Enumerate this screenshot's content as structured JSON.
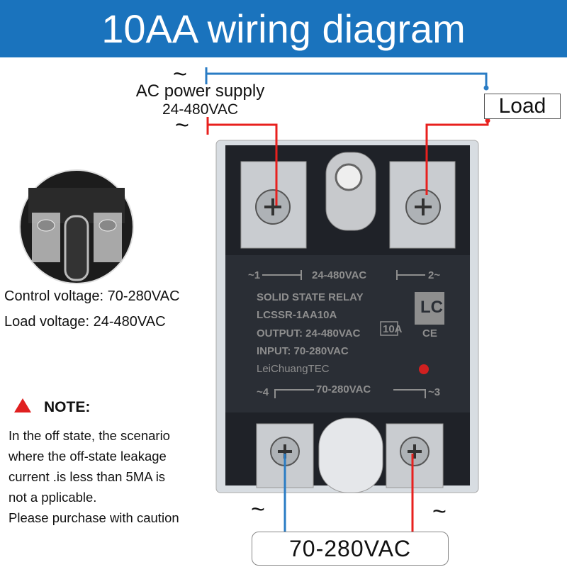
{
  "header": {
    "title": "10AA wiring diagram"
  },
  "power_supply": {
    "tilde_top": "~",
    "tilde_bottom": "~",
    "label": "AC power supply",
    "voltage": "24-480VAC"
  },
  "load": {
    "label": "Load"
  },
  "specs": {
    "control_voltage": "Control voltage: 70-280VAC",
    "load_voltage": "Load voltage: 24-480VAC"
  },
  "note": {
    "title": "NOTE:",
    "lines": [
      "In the off state, the scenario",
      "where the off-state leakage",
      "current .is less than 5MA is",
      "not a pplicable.",
      "Please purchase with caution"
    ]
  },
  "relay": {
    "top_line_left": "~1",
    "top_line_voltage": "24-480VAC",
    "top_line_right": "2~",
    "line1": "SOLID STATE RELAY",
    "model": "LCSSR-1AA10A",
    "output": "OUTPUT: 24-480VAC",
    "rating": "10A",
    "input": "INPUT: 70-280VAC",
    "brand": "LeiChuangTEC",
    "bottom_left": "~4",
    "bottom_voltage": "70-280VAC",
    "bottom_right": "~3",
    "ce": "CE",
    "logo": "LC"
  },
  "control": {
    "tilde_left": "~",
    "tilde_right": "~",
    "label": "70-280VAC"
  },
  "colors": {
    "header": "#1a73bd",
    "blue_wire": "#2a7cc4",
    "red_wire": "#e8201e"
  }
}
